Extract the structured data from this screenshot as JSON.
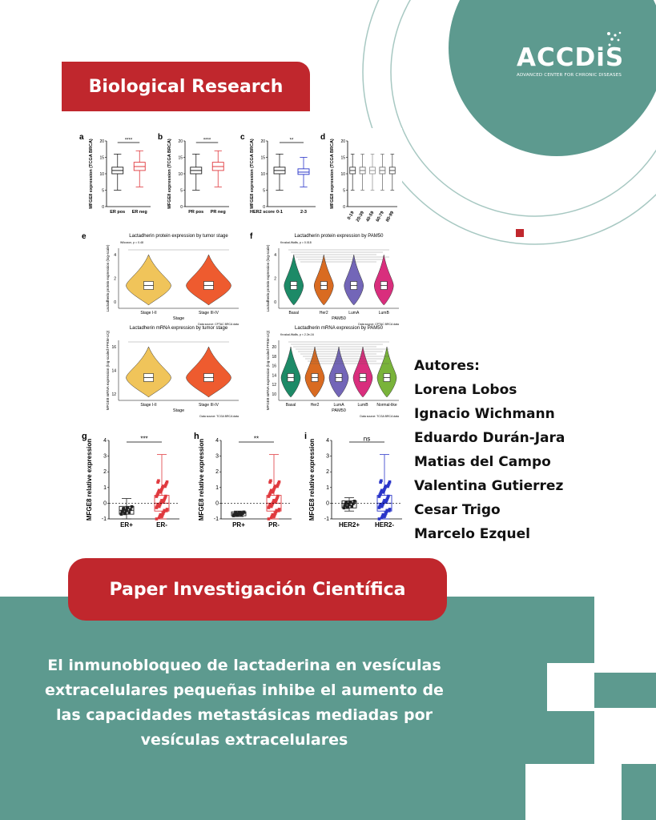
{
  "brand": {
    "name": "ACCDiS",
    "tagline": "ADVANCED CENTER FOR CHRONIC DISEASES"
  },
  "header_banner": "Biological Research",
  "paper_banner": "Paper Investigación Científica",
  "authors": {
    "heading": "Autores:",
    "names": [
      "Lorena Lobos",
      "Ignacio Wichmann",
      "Eduardo Durán-Jara",
      "Matias del Campo",
      "Valentina Gutierrez",
      "Cesar Trigo",
      "Marcelo Ezquel"
    ]
  },
  "summary": [
    "El inmunobloqueo de lactaderina en vesículas",
    "extracelulares pequeñas inhibe el aumento de",
    "las capacidades metastásicas mediadas por",
    "vesículas extracelulares"
  ],
  "colors": {
    "teal": "#5d9a8f",
    "red": "#c0272d"
  },
  "chart_data": [
    {
      "type": "box",
      "panel": "a",
      "ylabel": "MFGE8 expression (TCGA BRCA)",
      "ylim": [
        0,
        20
      ],
      "yticks": [
        "0",
        "5",
        "10",
        "15",
        "20"
      ],
      "categories": [
        "ER pos",
        "ER neg"
      ],
      "significance": "****"
    },
    {
      "type": "box",
      "panel": "b",
      "ylabel": "MFGE8 expression (TCGA BRCA)",
      "ylim": [
        0,
        20
      ],
      "yticks": [
        "0",
        "5",
        "10",
        "15",
        "20"
      ],
      "categories": [
        "PR pos",
        "PR neg"
      ],
      "significance": "****"
    },
    {
      "type": "box",
      "panel": "c",
      "ylabel": "MFGE8 expression (TCGA BRCA)",
      "ylim": [
        0,
        20
      ],
      "yticks": [
        "0",
        "5",
        "10",
        "15",
        "20"
      ],
      "xlabel": "HER2 score",
      "categories": [
        "0-1",
        "2-3"
      ],
      "significance": "**"
    },
    {
      "type": "box",
      "panel": "d",
      "ylabel": "MFGE8 expression (TCGA BRCA)",
      "ylim": [
        0,
        20
      ],
      "yticks": [
        "0",
        "5",
        "10",
        "15",
        "20"
      ],
      "categories": [
        "0-19",
        "20-39",
        "40-59",
        "60-79",
        "80-99"
      ]
    },
    {
      "type": "violin",
      "panel": "e",
      "title": "Lactadherin protein expression by tumor stage",
      "stat": "Wilcoxon, p = 0.48",
      "ylabel": "Lactadherin protein expression (log-scale)",
      "xlabel": "Stage",
      "categories": [
        "Stage I-II",
        "Stage III-IV"
      ],
      "yticks": [
        "0",
        "2",
        "4"
      ],
      "source": "Data source: CPTAC BRCA data"
    },
    {
      "type": "violin",
      "panel": "f",
      "title": "Lactadherin protein expression by PAM50",
      "stat": "Kruskal-Wallis, p = 0.018",
      "ylabel": "Lactadherin protein expression (log-scale)",
      "xlabel": "PAM50",
      "categories": [
        "Basal",
        "Her2",
        "LumA",
        "LumB"
      ],
      "yticks": [
        "0",
        "2",
        "4"
      ],
      "source": "Data source: CPTAC BRCA data"
    },
    {
      "type": "violin",
      "panel": "e2",
      "title": "Lactadherin mRNA expression by tumor stage",
      "ylabel": "MFGE8 mRNA expression (log-scaled FPKM-UQ)",
      "xlabel": "Stage",
      "categories": [
        "Stage I-II",
        "Stage III-IV"
      ],
      "yticks": [
        "12",
        "14",
        "16"
      ],
      "source": "Data source: TCGA BRCA data"
    },
    {
      "type": "violin",
      "panel": "f2",
      "title": "Lactadherin mRNA expression by PAM50",
      "stat": "Kruskal-Wallis, p < 2.2e-16",
      "ylabel": "MFGE8 mRNA expression (log-scaled FPKM-UQ)",
      "xlabel": "PAM50",
      "categories": [
        "Basal",
        "Her2",
        "LumA",
        "LumB",
        "Normal-like"
      ],
      "yticks": [
        "10",
        "12",
        "14",
        "16",
        "18",
        "20"
      ],
      "source": "Data source: TCGA BRCA data"
    },
    {
      "type": "box",
      "panel": "g",
      "ylabel": "MFGE8 relative expression",
      "ylim": [
        -1,
        4
      ],
      "yticks": [
        "-1",
        "0",
        "1",
        "2",
        "3",
        "4"
      ],
      "categories": [
        "ER+",
        "ER-"
      ],
      "significance": "***"
    },
    {
      "type": "box",
      "panel": "h",
      "ylabel": "MFGE8 relative expression",
      "ylim": [
        -1,
        4
      ],
      "yticks": [
        "-1",
        "0",
        "1",
        "2",
        "3",
        "4"
      ],
      "categories": [
        "PR+",
        "PR-"
      ],
      "significance": "**"
    },
    {
      "type": "box",
      "panel": "i",
      "ylabel": "MFGE8 relative expression",
      "ylim": [
        -1,
        4
      ],
      "yticks": [
        "-1",
        "0",
        "1",
        "2",
        "3",
        "4"
      ],
      "categories": [
        "HER2+",
        "HER2-"
      ],
      "significance": "ns"
    }
  ]
}
